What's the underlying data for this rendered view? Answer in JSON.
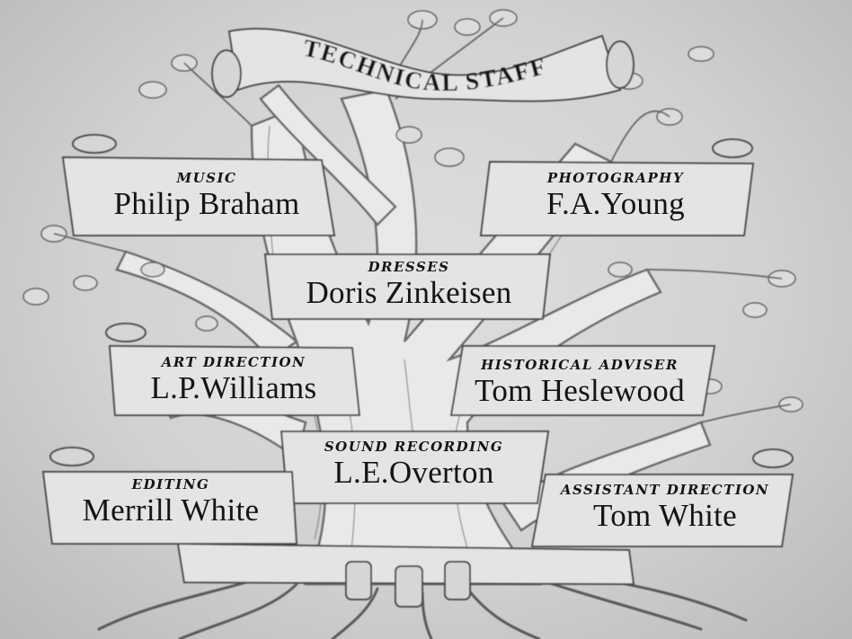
{
  "title": "TECHNICAL STAFF",
  "credits": [
    {
      "role": "MUSIC",
      "name": "Philip Braham"
    },
    {
      "role": "PHOTOGRAPHY",
      "name": "F.A.Young"
    },
    {
      "role": "DRESSES",
      "name": "Doris Zinkeisen"
    },
    {
      "role": "ART DIRECTION",
      "name": "L.P.Williams"
    },
    {
      "role": "HISTORICAL ADVISER",
      "name": "Tom Heslewood"
    },
    {
      "role": "SOUND RECORDING",
      "name": "L.E.Overton"
    },
    {
      "role": "EDITING",
      "name": "Merrill White"
    },
    {
      "role": "ASSISTANT DIRECTION",
      "name": "Tom White"
    }
  ]
}
